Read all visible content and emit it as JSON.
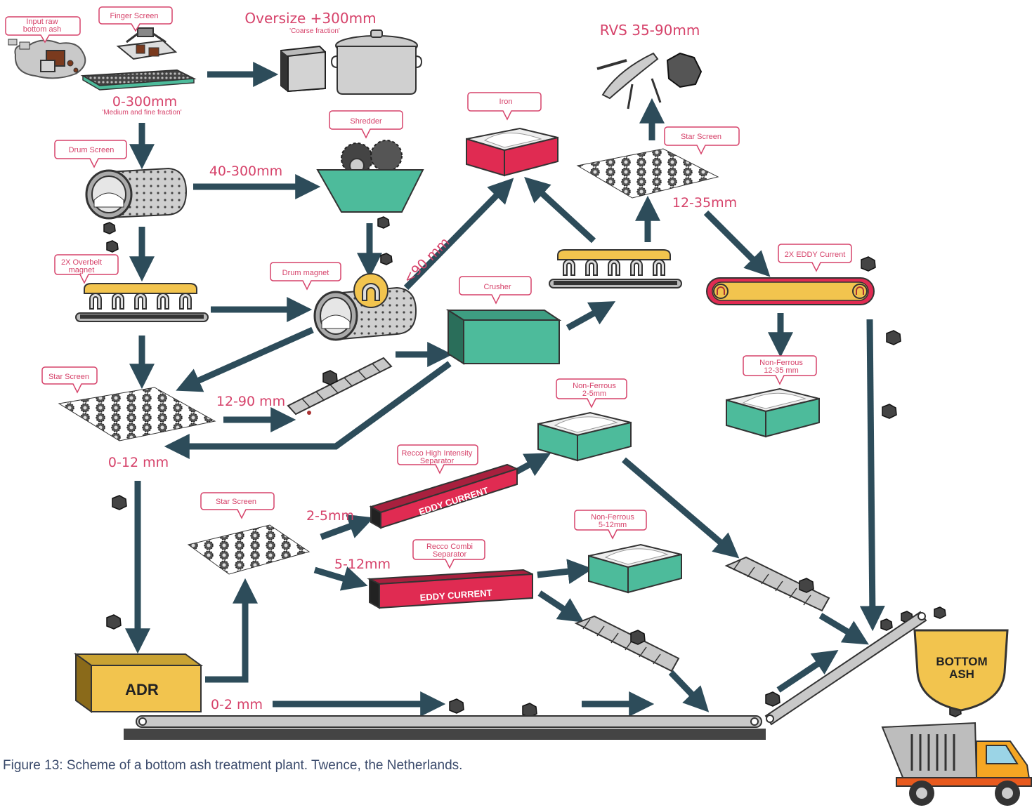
{
  "callouts": {
    "input_raw": [
      "Input raw",
      "bottom ash"
    ],
    "finger_screen": "Finger Screen",
    "drum_screen": "Drum Screen",
    "shredder": "Shredder",
    "overbelt_magnet": [
      "2X Overbelt",
      "magnet"
    ],
    "drum_magnet": "Drum magnet",
    "star_screen_1": "Star Screen",
    "iron": "Iron",
    "crusher": "Crusher",
    "star_screen_2": "Star Screen",
    "eddy_current_2x": "2X EDDY Current",
    "non_ferrous_12_35": [
      "Non-Ferrous",
      "12-35 mm"
    ],
    "non_ferrous_2_5": [
      "Non-Ferrous",
      "2-5mm"
    ],
    "recco_high": [
      "Recco High Intensity",
      "Separator"
    ],
    "star_screen_3": "Star Screen",
    "recco_combi": [
      "Recco Combi",
      "Separator"
    ],
    "non_ferrous_5_12": [
      "Non-Ferrous",
      "5-12mm"
    ]
  },
  "labels": {
    "oversize": "Oversize +300mm",
    "coarse": "'Coarse fraction'",
    "fraction_0_300": "0-300mm",
    "medium_fine": "'Medium and fine fraction'",
    "fraction_40_300": "40-300mm",
    "fraction_lt90": "<90 mm",
    "rvs": "RVS 35-90mm",
    "fraction_12_35": "12-35mm",
    "fraction_12_90": "12-90 mm",
    "fraction_0_12": "0-12 mm",
    "fraction_2_5": "2-5mm",
    "fraction_5_12": "5-12mm",
    "fraction_0_2": "0-2 mm",
    "eddy_current_1": "EDDY CURRENT",
    "eddy_current_2": "EDDY CURRENT",
    "adr": "ADR",
    "bottom_ash": [
      "BOTTOM",
      "ASH"
    ]
  },
  "caption": "Figure 13: Scheme of a bottom ash treatment plant. Twence, the Netherlands.",
  "colors": {
    "arrow": "#2d4c5a",
    "pink": "#d6426a",
    "teal": "#4dbb9b",
    "yellow": "#f2c44e",
    "red_box": "#e02b52",
    "gray": "#c8c8c8",
    "dark": "#3a3a3a"
  }
}
